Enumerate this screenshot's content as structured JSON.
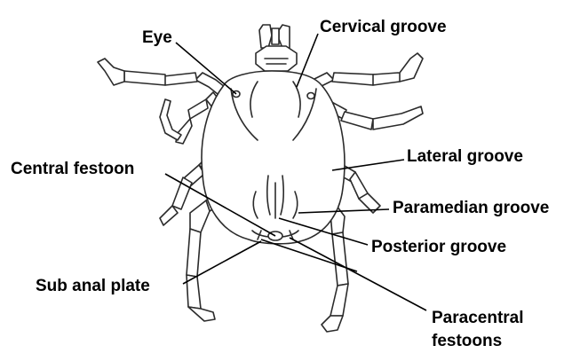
{
  "labels": {
    "eye": "Eye",
    "cervical_groove": "Cervical groove",
    "central_festoon": "Central festoon",
    "lateral_groove": "Lateral groove",
    "paramedian_groove": "Paramedian groove",
    "posterior_groove": "Posterior groove",
    "sub_anal_plate": "Sub anal plate",
    "paracentral_line1": "Paracentral",
    "paracentral_line2": "festoons"
  },
  "colors": {
    "ink": "#000000",
    "outline": "#2b2b2b",
    "background": "#ffffff"
  }
}
